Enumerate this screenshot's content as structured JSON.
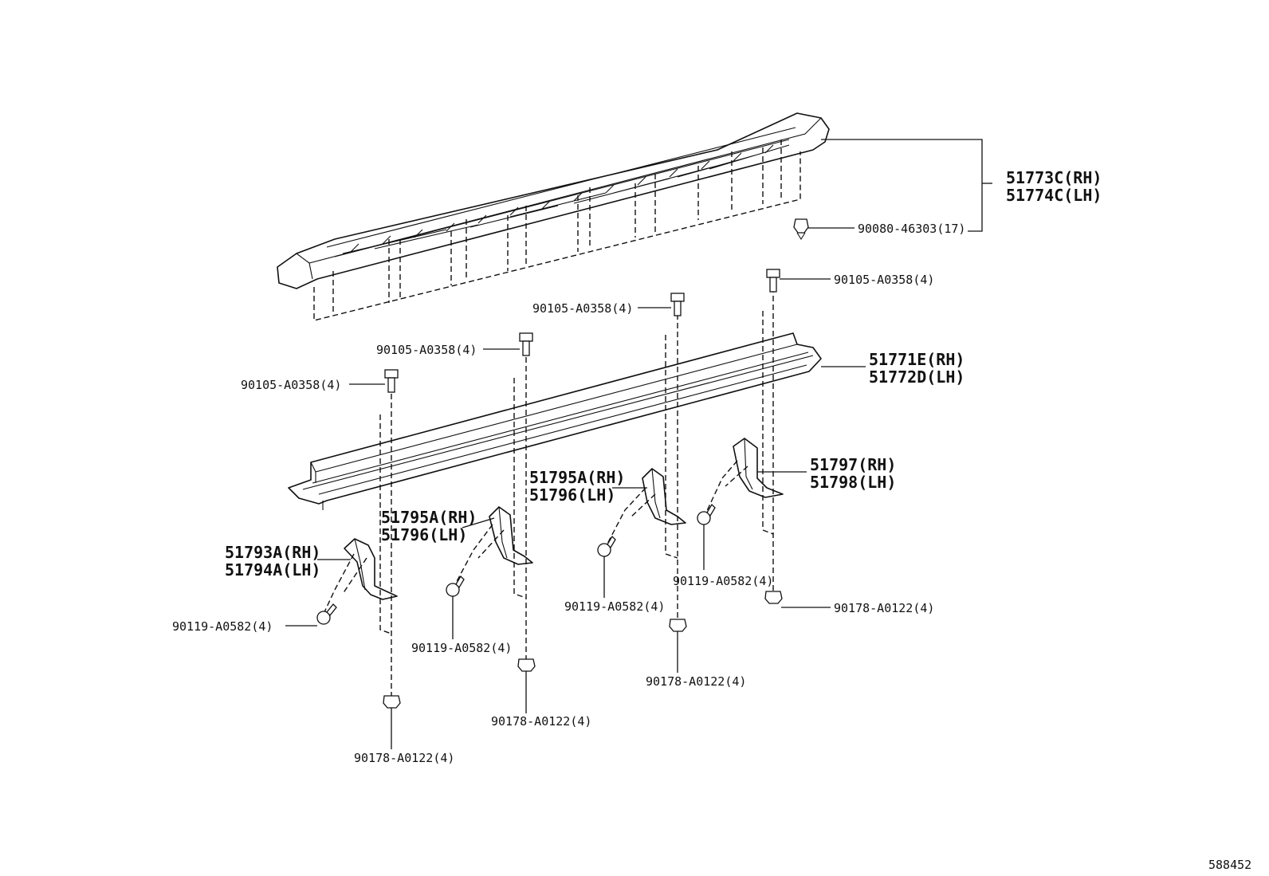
{
  "diagram": {
    "figure_id": "588452",
    "parts": {
      "step_cover": [
        "51773C(RH)",
        "51774C(LH)"
      ],
      "step_cover_clip": "90080-46303(17)",
      "step_assy": [
        "51771E(RH)",
        "51772D(LH)"
      ],
      "bracket_front": [
        "51793A(RH)",
        "51794A(LH)"
      ],
      "bracket_mid1": [
        "51795A(RH)",
        "51796(LH)"
      ],
      "bracket_mid2": [
        "51795A(RH)",
        "51796(LH)"
      ],
      "bracket_rear": [
        "51797(RH)",
        "51798(LH)"
      ]
    },
    "fasteners": {
      "bolt_top_1": "90105-A0358(4)",
      "bolt_top_2": "90105-A0358(4)",
      "bolt_top_3": "90105-A0358(4)",
      "bolt_top_4": "90105-A0358(4)",
      "bolt_side_1": "90119-A0582(4)",
      "bolt_side_2": "90119-A0582(4)",
      "bolt_side_3": "90119-A0582(4)",
      "bolt_side_4": "90119-A0582(4)",
      "nut_1": "90178-A0122(4)",
      "nut_2": "90178-A0122(4)",
      "nut_3": "90178-A0122(4)",
      "nut_4": "90178-A0122(4)"
    }
  }
}
